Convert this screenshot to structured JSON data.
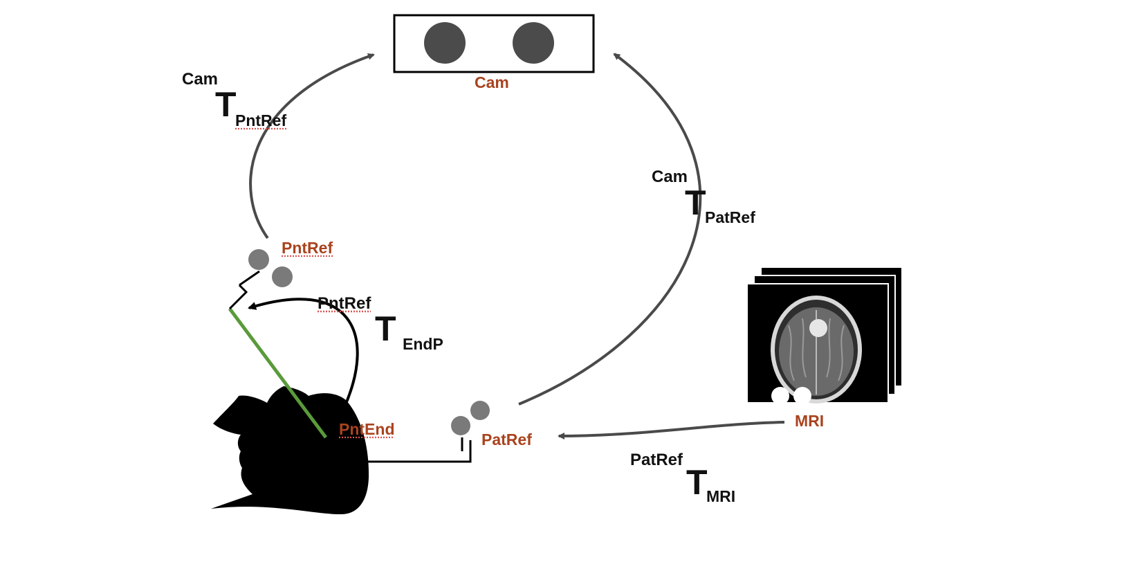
{
  "nodes": {
    "cam": "Cam",
    "pnt_ref": "PntRef",
    "pnt_end": "PntEnd",
    "pat_ref": "PatRef",
    "mri": "MRI"
  },
  "transforms": {
    "cam_pntref": {
      "sup": "Cam",
      "T": "T",
      "sub": "PntRef"
    },
    "cam_patref": {
      "sup": "Cam",
      "T": "T",
      "sub": "PatRef"
    },
    "pntref_endp": {
      "sup": "PntRef",
      "T": "T",
      "sub": "EndP"
    },
    "patref_mri": {
      "sup": "PatRef",
      "T": "T",
      "sub": "MRI"
    }
  },
  "colors": {
    "node_label": "#a9431e",
    "arrow": "#4a4a4a",
    "pointer_shaft": "#5a9a3a",
    "marker": "#7a7a7a",
    "camera_lens": "#4b4b4b",
    "silhouette": "#000000"
  },
  "icons": {
    "camera": "stereo-camera-icon",
    "head": "head-silhouette-icon",
    "mri": "mri-stack-icon"
  }
}
